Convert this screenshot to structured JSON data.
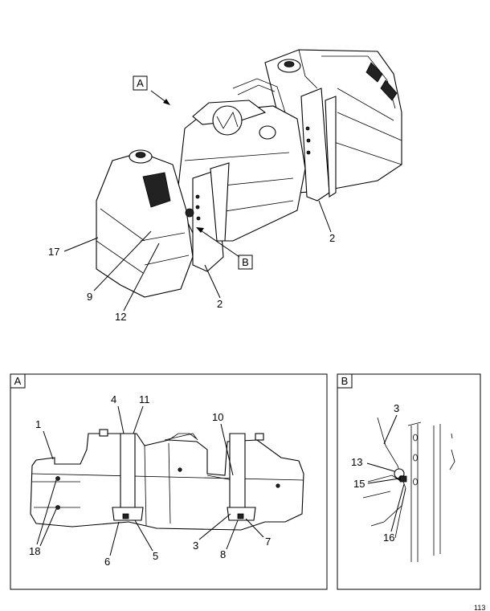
{
  "view_labels": {
    "main_a": "A",
    "main_b": "B",
    "detail_a": "A",
    "detail_b": "B"
  },
  "callouts": {
    "c17": "17",
    "c9": "9",
    "c12": "12",
    "c2a": "2",
    "c2b": "2",
    "a1": "1",
    "a4": "4",
    "a11": "11",
    "a10": "10",
    "a18": "18",
    "a6": "6",
    "a5": "5",
    "a3": "3",
    "a8": "8",
    "a7": "7",
    "b3": "3",
    "b13": "13",
    "b15": "15",
    "b16": "16"
  },
  "corner_code": "113"
}
